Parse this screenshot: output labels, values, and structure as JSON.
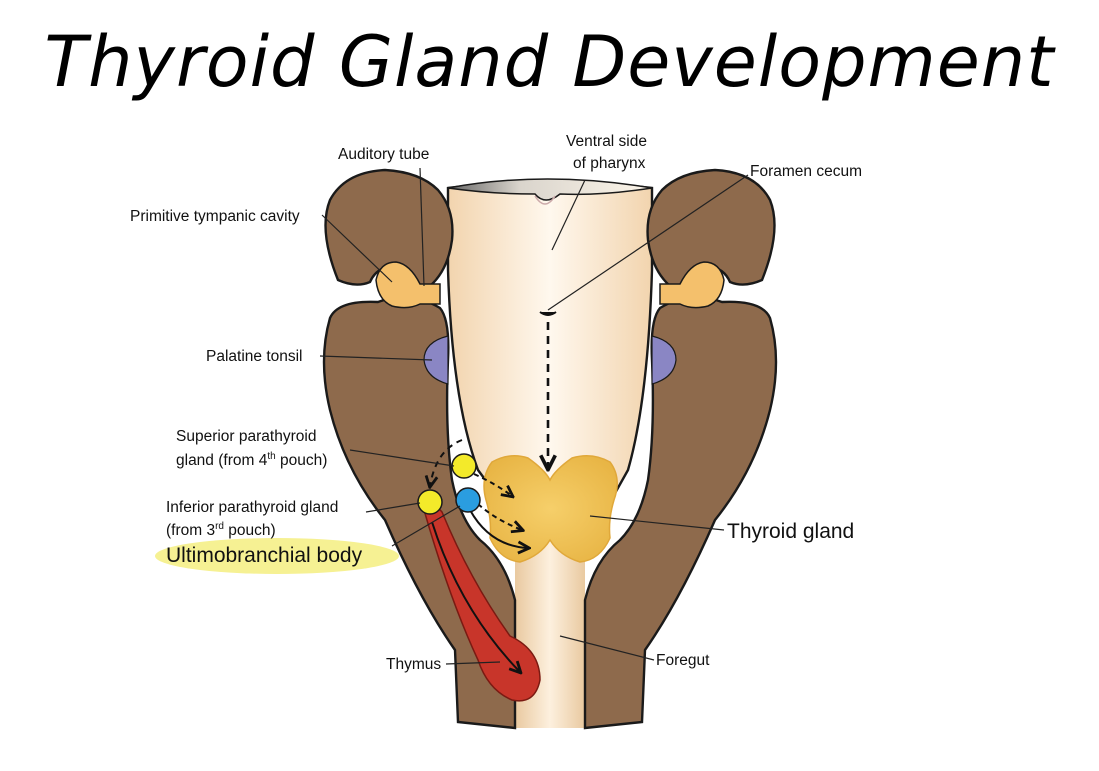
{
  "title": "Thyroid Gland Development",
  "labels": {
    "auditory_tube": "Auditory tube",
    "ventral_side_line1": "Ventral side",
    "ventral_side_line2": "of pharynx",
    "foramen_cecum": "Foramen cecum",
    "primitive_tympanic_cavity": "Primitive tympanic cavity",
    "palatine_tonsil": "Palatine tonsil",
    "superior_parathyroid_line1": "Superior parathyroid",
    "superior_parathyroid_line2_pre": "gland (from 4",
    "superior_parathyroid_line2_sup": "th",
    "superior_parathyroid_line2_post": " pouch)",
    "inferior_parathyroid_line1": "Inferior parathyroid gland",
    "inferior_parathyroid_line2_pre": "(from 3",
    "inferior_parathyroid_line2_sup": "rd",
    "inferior_parathyroid_line2_post": " pouch)",
    "ultimobranchial_body": "Ultimobranchial body",
    "thyroid_gland": "Thyroid gland",
    "thymus": "Thymus",
    "foregut": "Foregut"
  },
  "colors": {
    "wall_brown": "#8e6a4c",
    "pharynx_cream": "#fbe6cb",
    "tonsil_purple": "#8a86c4",
    "tympanic_orange": "#f4c06c",
    "thyroid_gold": "#f2c24a",
    "parathyroid_yellow": "#f3ea2a",
    "ultimobranchial_blue": "#2a9de0",
    "thymus_red": "#c8352a",
    "highlight_yellow": "#f6f193"
  }
}
